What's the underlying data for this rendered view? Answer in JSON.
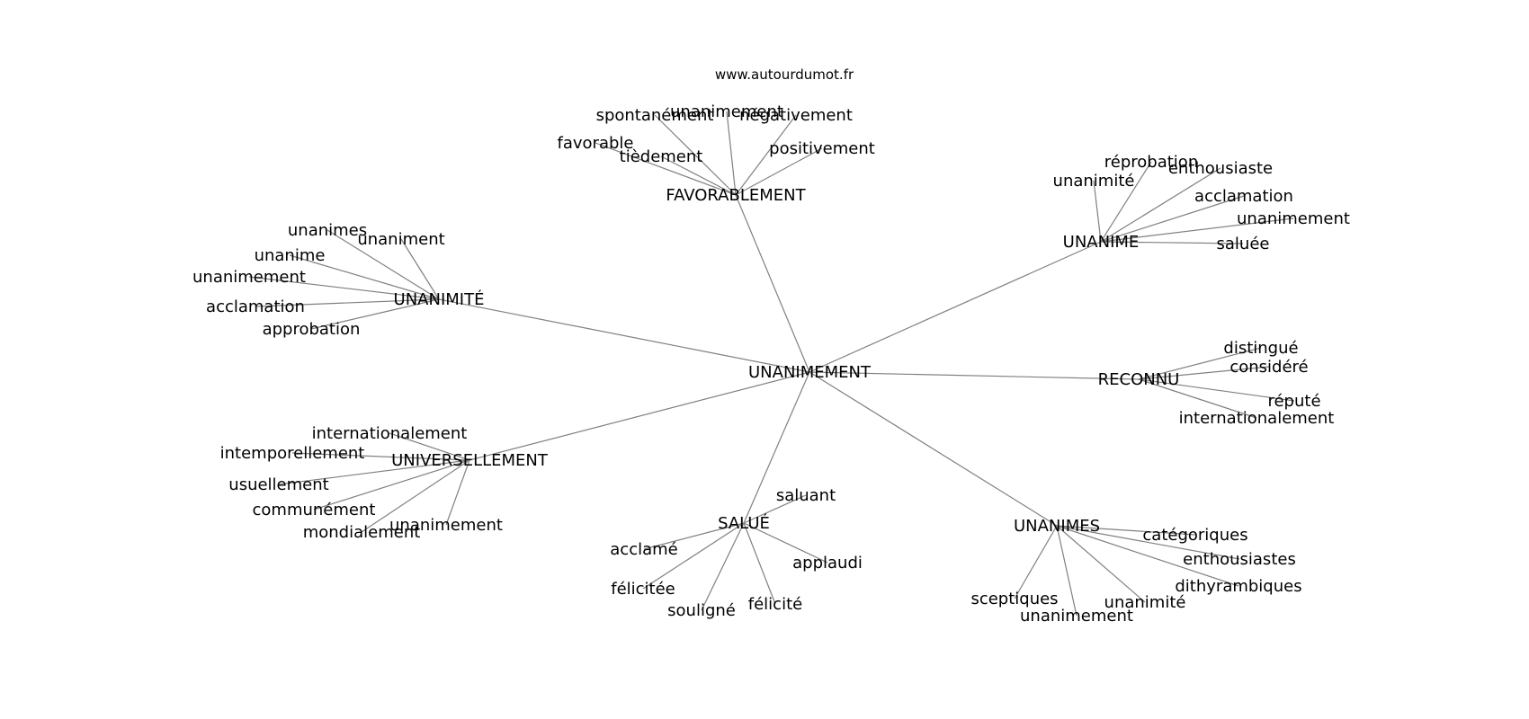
{
  "source": "www.autourdumot.fr",
  "center": "UNANIMEMENT",
  "groups": [
    {
      "hub": "FAVORABLEMENT",
      "leaves": [
        "spontanément",
        "unanimement",
        "négativement",
        "favorable",
        "tièdement",
        "positivement"
      ]
    },
    {
      "hub": "UNANIME",
      "leaves": [
        "réprobation",
        "enthousiaste",
        "unanimité",
        "acclamation",
        "unanimement",
        "saluée"
      ]
    },
    {
      "hub": "UNANIMITÉ",
      "leaves": [
        "unanimes",
        "unaniment",
        "unanime",
        "unanimement",
        "acclamation",
        "approbation"
      ]
    },
    {
      "hub": "RECONNU",
      "leaves": [
        "distingué",
        "considéré",
        "réputé",
        "internationalement"
      ]
    },
    {
      "hub": "UNIVERSELLEMENT",
      "leaves": [
        "internationalement",
        "intemporellement",
        "usuellement",
        "communément",
        "mondialement",
        "unanimement"
      ]
    },
    {
      "hub": "SALUÉ",
      "leaves": [
        "saluant",
        "acclamé",
        "applaudi",
        "félicitée",
        "félicité",
        "souligné"
      ]
    },
    {
      "hub": "UNANIMES",
      "leaves": [
        "catégoriques",
        "enthousiastes",
        "dithyrambiques",
        "sceptiques",
        "unanimité",
        "unanimement"
      ]
    }
  ]
}
